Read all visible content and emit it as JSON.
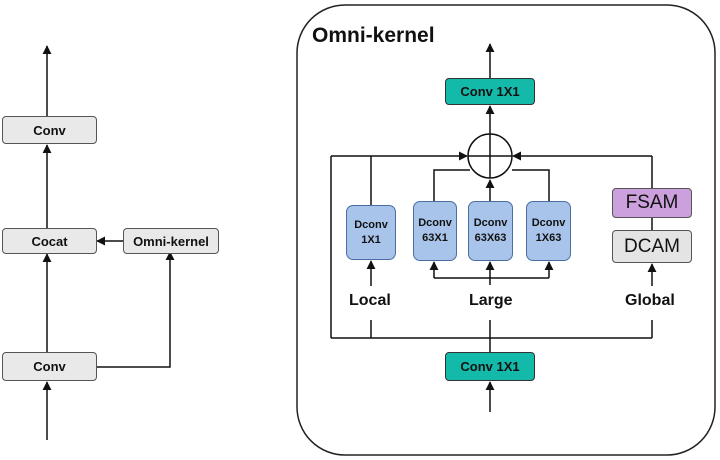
{
  "left_block": {
    "conv_top": "Conv",
    "cocat": "Cocat",
    "omni_kernel": "Omni-kernel",
    "conv_bottom": "Conv"
  },
  "omni_kernel_block": {
    "title": "Omni-kernel",
    "conv_top": "Conv 1X1",
    "conv_bottom": "Conv 1X1",
    "branches": {
      "local": {
        "label": "Local",
        "dconv": {
          "line1": "Dconv",
          "line2": "1X1"
        }
      },
      "large": {
        "label": "Large",
        "dconvs": [
          {
            "line1": "Dconv",
            "line2": "63X1"
          },
          {
            "line1": "Dconv",
            "line2": "63X63"
          },
          {
            "line1": "Dconv",
            "line2": "1X63"
          }
        ]
      },
      "global": {
        "label": "Global",
        "fsam": "FSAM",
        "dcam": "DCAM"
      }
    }
  },
  "colors": {
    "teal": "#13b9a9",
    "blue": "#a9c4ea",
    "purple": "#cba0dc",
    "gray": "#e9e9e9"
  }
}
